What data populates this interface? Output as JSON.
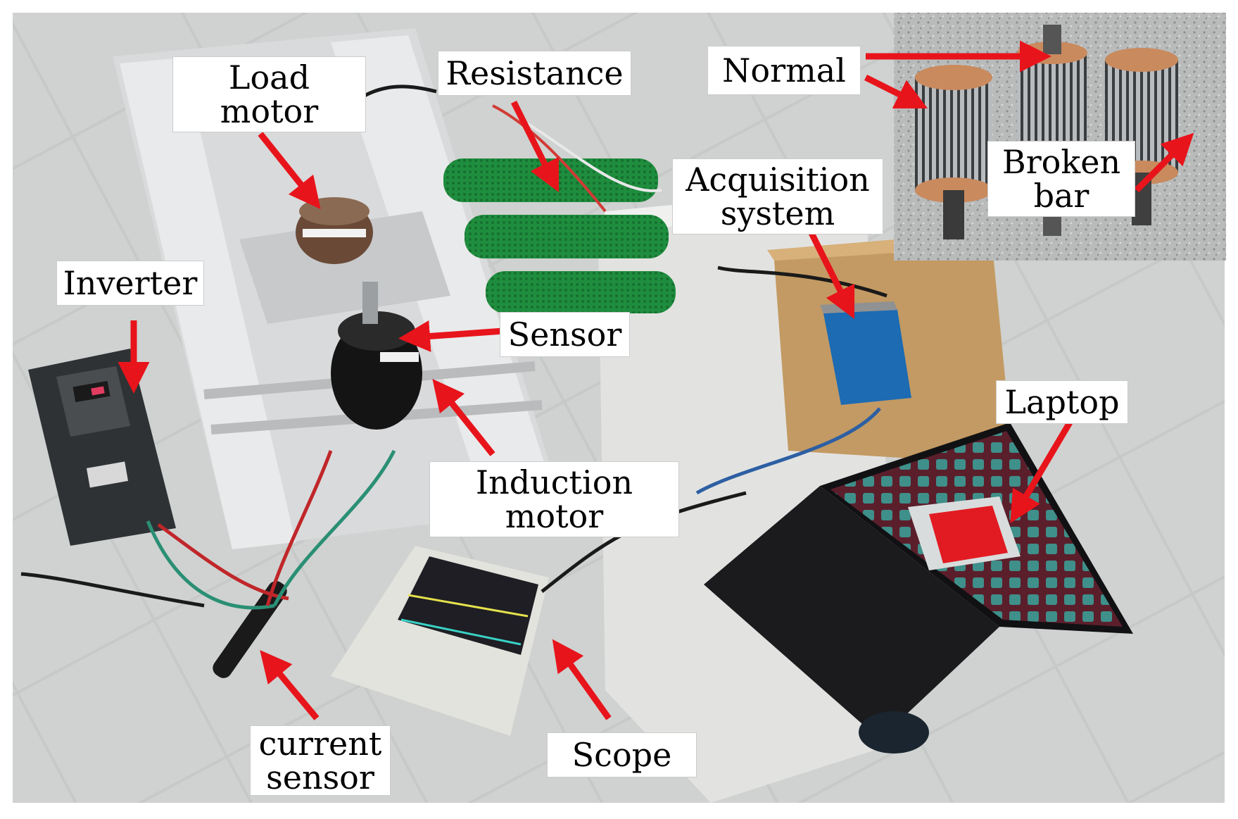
{
  "labels": {
    "load_motor": "Load\nmotor",
    "resistance": "Resistance",
    "normal": "Normal",
    "broken_bar": "Broken\nbar",
    "acquisition_system": "Acquisition\nsystem",
    "inverter": "Inverter",
    "sensor": "Sensor",
    "laptop": "Laptop",
    "induction_motor": "Induction\nmotor",
    "current_sensor": "current\nsensor",
    "scope": "Scope"
  },
  "inset_scene": "three rotors on gray terrazzo floor",
  "colors": {
    "arrow": "#e8141b",
    "floor": "#c9cbc9",
    "frame": "#e6e7e8",
    "resistor": "#1e8a3c",
    "inverter": "#2f3235",
    "daq": "#1c6bb3",
    "copper": "#c98a5e"
  }
}
